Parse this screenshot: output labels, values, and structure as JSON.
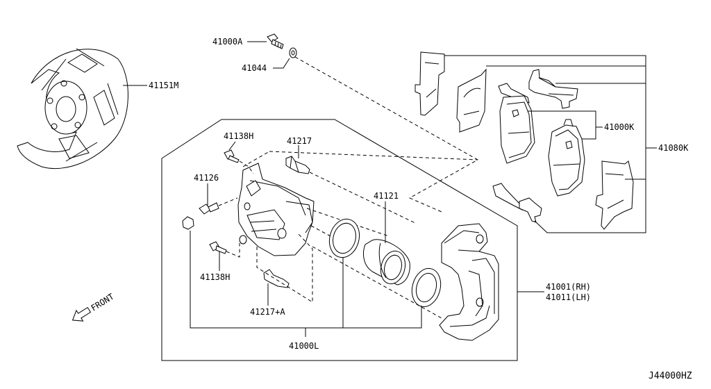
{
  "diagram_code": "J44000HZ",
  "front_label": "FRONT",
  "labels": {
    "p41151M": "41151M",
    "p41000A": "41000A",
    "p41044": "41044",
    "p41000K": "41000K",
    "p41080K": "41080K",
    "p41138H_top": "41138H",
    "p41217": "41217",
    "p41126": "41126",
    "p41121": "41121",
    "p41138H_bottom": "41138H",
    "p41217A": "41217+A",
    "p41000L": "41000L",
    "p41001": "41001(RH)",
    "p41011": "41011(LH)"
  }
}
